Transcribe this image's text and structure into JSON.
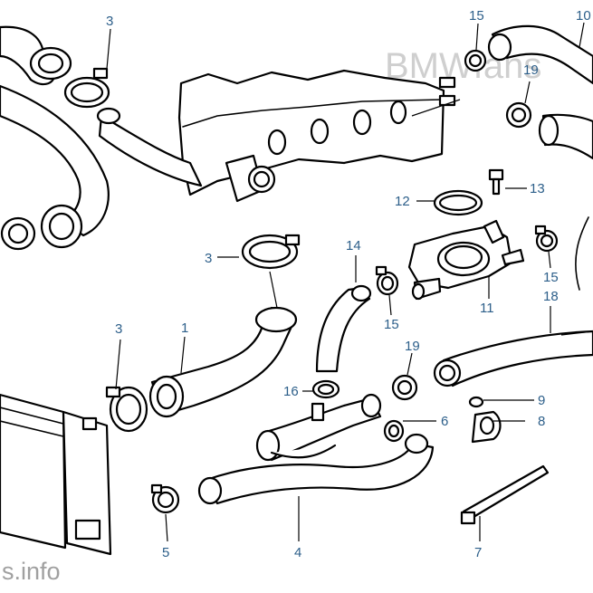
{
  "watermark": {
    "top_text": "BMWfans",
    "bottom_text": "s.info"
  },
  "callouts": {
    "c1": "1",
    "c3a": "3",
    "c3b": "3",
    "c3c": "3",
    "c4": "4",
    "c5": "5",
    "c6": "6",
    "c7": "7",
    "c8": "8",
    "c9": "9",
    "c10": "10",
    "c11": "11",
    "c12": "12",
    "c13": "13",
    "c14": "14",
    "c15a": "15",
    "c15b": "15",
    "c15c": "15",
    "c16": "16",
    "c18": "18",
    "c19a": "19",
    "c19b": "19"
  },
  "colors": {
    "callout": "#2d5f8a",
    "line": "#000000",
    "watermark": "#bfbfbf"
  }
}
